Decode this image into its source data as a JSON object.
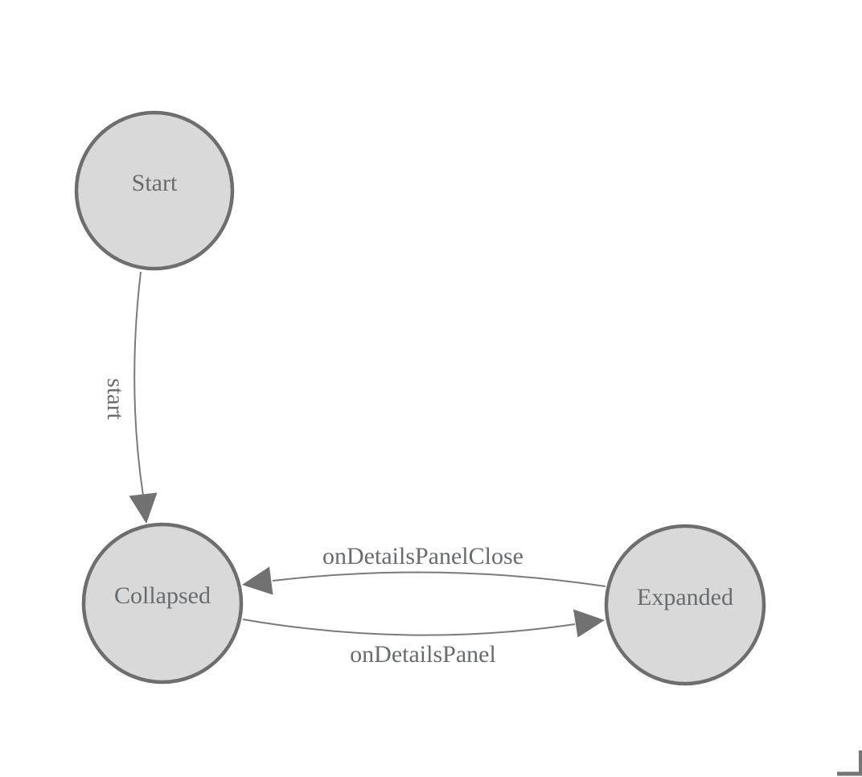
{
  "diagram": {
    "type": "state-machine",
    "background_color": "#ffffff",
    "node_fill_color": "#d9d9d9",
    "node_stroke_color": "#6e6e6e",
    "edge_stroke_color": "#7a7a7a",
    "arrowhead_color": "#717171",
    "label_color": "#696c6e",
    "corner_mark_color": "#757575",
    "nodes": [
      {
        "id": "start-state",
        "label": "Start"
      },
      {
        "id": "collapsed-state",
        "label": "Collapsed"
      },
      {
        "id": "expanded-state",
        "label": "Expanded"
      }
    ],
    "edges": [
      {
        "from": "Start",
        "to": "Collapsed",
        "label": "start"
      },
      {
        "from": "Expanded",
        "to": "Collapsed",
        "label": "onDetailsPanelClose"
      },
      {
        "from": "Collapsed",
        "to": "Expanded",
        "label": "onDetailsPanel"
      }
    ]
  }
}
